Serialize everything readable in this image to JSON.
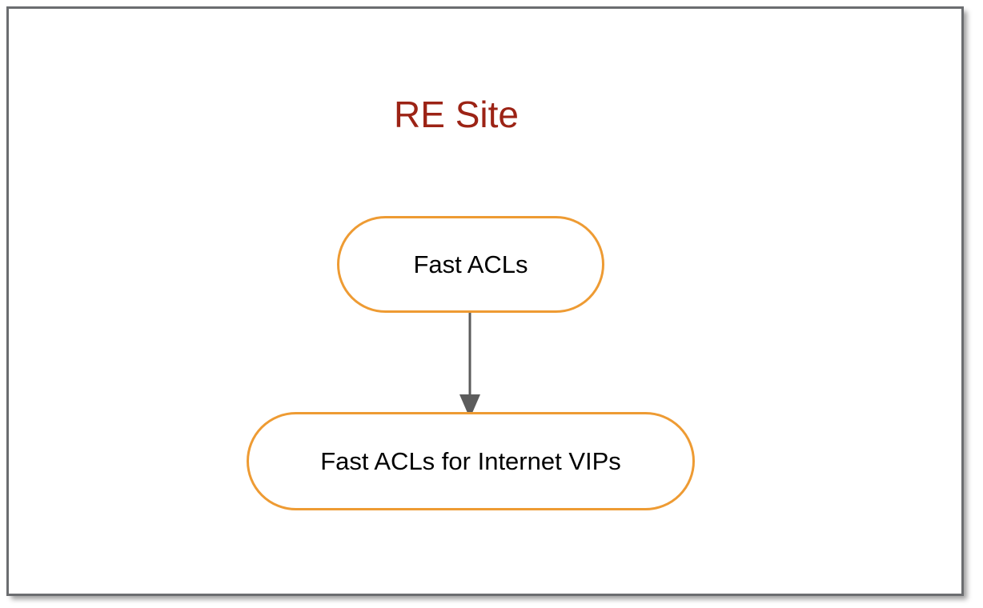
{
  "diagram": {
    "type": "flowchart",
    "title": "RE Site",
    "orientation": "top-to-bottom",
    "nodes": [
      {
        "id": "fast-acls",
        "label": "Fast ACLs",
        "shape": "stadium",
        "border_color": "#EE9B33",
        "fill_color": "#FFFFFF",
        "text_color": "#000000"
      },
      {
        "id": "fast-acls-internet-vips",
        "label": "Fast ACLs for Internet VIPs",
        "shape": "stadium",
        "border_color": "#EE9B33",
        "fill_color": "#FFFFFF",
        "text_color": "#000000"
      }
    ],
    "edges": [
      {
        "id": "edge-1",
        "from": "fast-acls",
        "to": "fast-acls-internet-vips",
        "label": "",
        "arrowhead": "filled-triangle",
        "color": "#5C5C5C"
      }
    ],
    "colors": {
      "title": "#9C2315",
      "node_border": "#EE9B33",
      "node_fill": "#FFFFFF",
      "edge": "#5C5C5C",
      "frame_border": "#6B6D70",
      "canvas": "#FFFFFF"
    }
  }
}
